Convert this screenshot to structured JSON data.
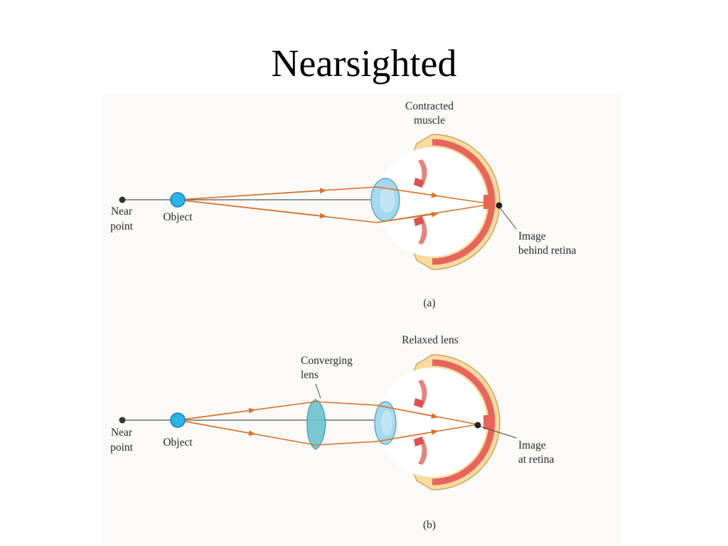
{
  "title": "Nearsighted",
  "panel_a": {
    "near_point_label_1": "Near",
    "near_point_label_2": "point",
    "object_label": "Object",
    "muscle_label_1": "Contracted",
    "muscle_label_2": "muscle",
    "image_label_1": "Image",
    "image_label_2": "behind retina",
    "caption": "(a)"
  },
  "panel_b": {
    "near_point_label_1": "Near",
    "near_point_label_2": "point",
    "object_label": "Object",
    "relaxed_lens_label": "Relaxed lens",
    "converging_lens_label_1": "Converging",
    "converging_lens_label_2": "lens",
    "image_label_1": "Image",
    "image_label_2": "at retina",
    "caption": "(b)"
  },
  "colors": {
    "ray": "#d9732c",
    "object": "#2bb4e8",
    "sclera": "#f6dca0",
    "choroid": "#e8655c",
    "eye_lens": "#a6d8ee",
    "corrective_lens": "#6cc4cf"
  }
}
